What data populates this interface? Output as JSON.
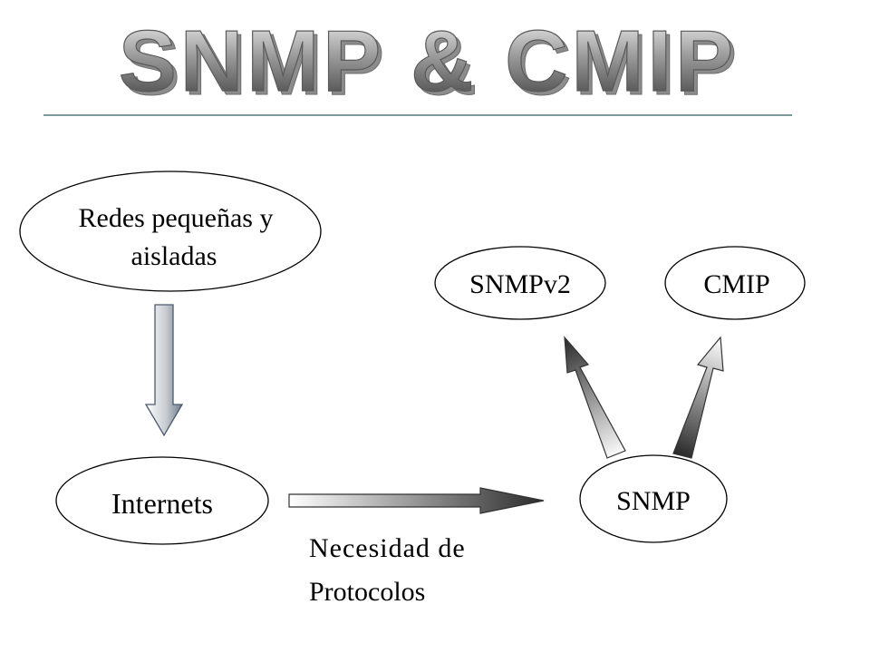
{
  "slide": {
    "title": "SNMP & CMIP",
    "colors": {
      "background": "#ffffff",
      "title_light": "#f4f4f4",
      "title_mid": "#9a9a9a",
      "title_dark": "#3a3a3a",
      "divider": "#2e5c64",
      "node_stroke": "#000000",
      "node_fill": "#ffffff",
      "text": "#000000",
      "arrow_dark": "#2a2a2a",
      "arrow_light": "#ffffff",
      "arrow_outline": "#4a5a70"
    }
  },
  "nodes": {
    "redes": {
      "line1": "Redes pequeñas y",
      "line2": "aisladas"
    },
    "internets": {
      "label": "Internets"
    },
    "snmp": {
      "label": "SNMP"
    },
    "snmpv2": {
      "label": "SNMPv2"
    },
    "cmip": {
      "label": "CMIP"
    }
  },
  "edges": {
    "redes_to_internets": {
      "from": "redes",
      "to": "internets"
    },
    "internets_to_snmp": {
      "from": "internets",
      "to": "snmp",
      "label_line1": "Necesidad de",
      "label_line2": "Protocolos"
    },
    "snmp_to_snmpv2": {
      "from": "snmp",
      "to": "snmpv2"
    },
    "snmp_to_cmip": {
      "from": "snmp",
      "to": "cmip"
    }
  }
}
